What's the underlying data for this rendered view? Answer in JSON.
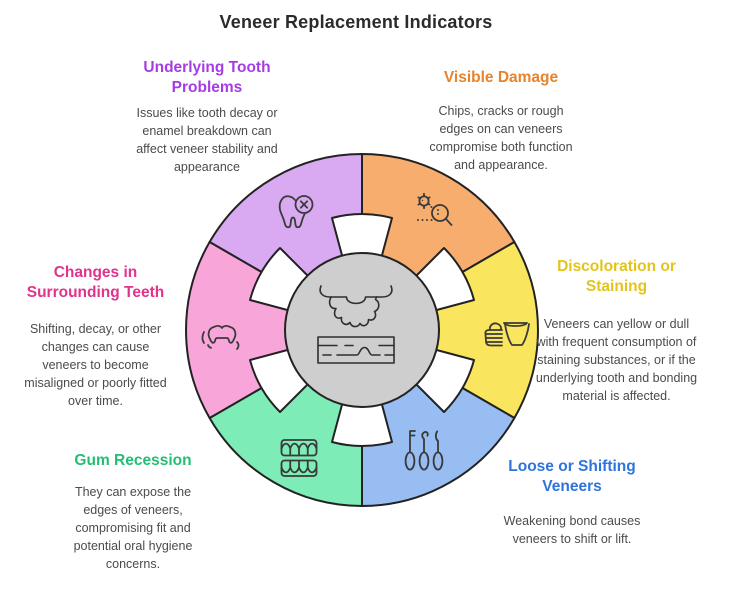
{
  "title": "Veneer Replacement Indicators",
  "colors": {
    "outline": "#222222",
    "icon_stroke": "#3a3a3a",
    "title_text": "#2b2b2b",
    "body_text": "#4b4b4b",
    "center_fill": "#cecece",
    "background": "#ffffff"
  },
  "center": {
    "icon": "veneer-cross-section-icon"
  },
  "sections": [
    {
      "id": "underlying-tooth-problems",
      "heading": "Underlying Tooth Problems",
      "body": "Issues like tooth decay or enamel breakdown can affect veneer stability and appearance",
      "heading_color": "#a53ce6",
      "segment_color": "#d9a9f2",
      "icon": "tooth-decay-x-icon"
    },
    {
      "id": "visible-damage",
      "heading": "Visible Damage",
      "body": "Chips, cracks or rough edges on can veneers compromise both function and appearance.",
      "heading_color": "#e8832b",
      "segment_color": "#f7ad6e",
      "icon": "germ-magnifier-icon"
    },
    {
      "id": "discoloration-or-staining",
      "heading": "Discoloration or Staining",
      "body": "Veneers can yellow or dull with frequent consumption of staining substances, or  if the underlying tooth and bonding material is affected.",
      "heading_color": "#e3c41d",
      "segment_color": "#fae55e",
      "icon": "hand-cup-icon"
    },
    {
      "id": "loose-or-shifting-veneers",
      "heading": "Loose or Shifting Veneers",
      "body": "Weakening bond causes veneers to shift or lift.",
      "heading_color": "#2e74dd",
      "segment_color": "#97bdf2",
      "icon": "dental-tools-icon"
    },
    {
      "id": "gum-recession",
      "heading": "Gum Recession",
      "body": "They can expose the edges of veneers, compromising fit and potential oral hygiene concerns.",
      "heading_color": "#23be73",
      "segment_color": "#7eecb6",
      "icon": "dentures-icon"
    },
    {
      "id": "changes-in-surrounding-teeth",
      "heading": "Changes in Surrounding Teeth",
      "body": "Shifting, decay, or other changes can cause veneers to become misaligned or poorly fitted over time.",
      "heading_color": "#e1328c",
      "segment_color": "#f8a6da",
      "icon": "shifting-tooth-icon"
    }
  ]
}
